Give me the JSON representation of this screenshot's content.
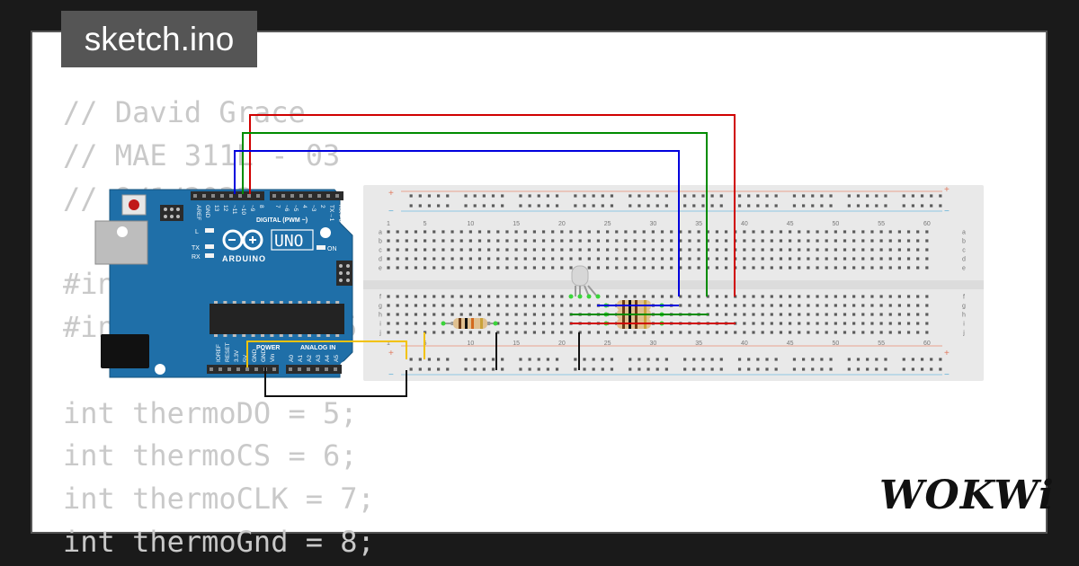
{
  "file_tab": {
    "label": "sketch.ino"
  },
  "code_lines": [
    "// David Grace",
    "// MAE 311L - 03",
    "// 9/1/2023",
    "",
    "#include <SPI.h>",
    "#include \"max6675.h\"",
    "",
    "int thermoDO = 5;",
    "int thermoCS = 6;",
    "int thermoCLK = 7;",
    "int thermoGnd = 8;"
  ],
  "logo": {
    "text": "WOKWi"
  },
  "arduino": {
    "board_name": "UNO",
    "brand": "ARDUINO",
    "digital_header_label": "DIGITAL (PWM ~)",
    "power_label": "POWER",
    "analog_label": "ANALOG IN",
    "on_label": "ON",
    "l_label": "L",
    "tx_label": "TX",
    "rx_label": "RX",
    "digital_pins": [
      "AREF",
      "GND",
      "13",
      "12",
      "~11",
      "~10",
      "~9",
      "8",
      "7",
      "~6",
      "~5",
      "4",
      "~3",
      "2",
      "TX→1",
      "RX←0"
    ],
    "power_pins": [
      "IOREF",
      "RESET",
      "3.3V",
      "5V",
      "GND",
      "GND",
      "Vin"
    ],
    "analog_pins": [
      "A0",
      "A1",
      "A2",
      "A3",
      "A4",
      "A5"
    ],
    "colors": {
      "board": "#1f6fa8",
      "dark": "#16537e"
    }
  },
  "breadboard": {
    "column_numbers": [
      "1",
      "5",
      "10",
      "15",
      "20",
      "25",
      "30",
      "35",
      "40",
      "45",
      "50",
      "55",
      "60"
    ],
    "row_letters_top": [
      "a",
      "b",
      "c",
      "d",
      "e"
    ],
    "row_letters_bottom": [
      "f",
      "g",
      "h",
      "i",
      "j"
    ],
    "plus_sign": "+",
    "minus_sign": "−"
  },
  "wire_colors": {
    "red": "#d00000",
    "green": "#008c00",
    "blue": "#0000dd",
    "black": "#111111",
    "yellow": "#f2c200"
  }
}
